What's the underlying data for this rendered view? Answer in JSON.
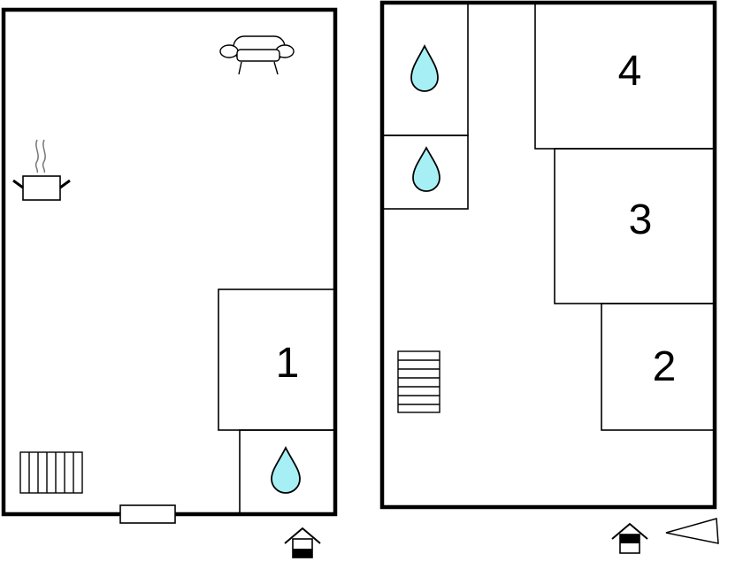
{
  "floor_plan": {
    "rooms": [
      {
        "id": "room-1",
        "label": "1"
      },
      {
        "id": "room-2",
        "label": "2"
      },
      {
        "id": "room-3",
        "label": "3"
      },
      {
        "id": "room-4",
        "label": "4"
      }
    ],
    "icons": [
      "sofa-icon",
      "cooking-pot-icon",
      "water-drop-icon",
      "radiator-icon",
      "stairs-icon",
      "entrance-house-icon",
      "north-arrow-icon"
    ],
    "colors": {
      "walls": "#000000",
      "water": "#a6f0f5",
      "background": "#ffffff",
      "smoke": "#777777"
    }
  }
}
